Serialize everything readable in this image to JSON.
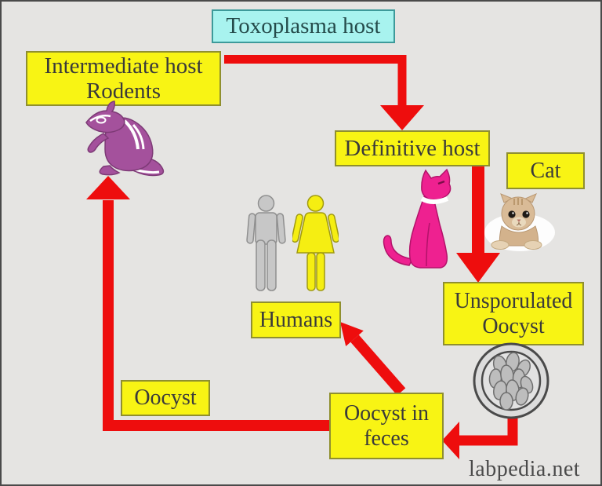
{
  "title": {
    "text": "Toxoplasma host"
  },
  "nodes": {
    "intermediate": {
      "lines": [
        "Intermediate host",
        "Rodents"
      ]
    },
    "definitive": {
      "text": "Definitive host"
    },
    "cat": {
      "text": "Cat"
    },
    "unsporulated": {
      "lines": [
        "Unsporulated",
        "Oocyst"
      ]
    },
    "oocyst_in_feces": {
      "lines": [
        "Oocyst in",
        "feces"
      ]
    },
    "oocyst": {
      "text": "Oocyst"
    },
    "humans": {
      "text": "Humans"
    }
  },
  "watermark": "labpedia.net",
  "colors": {
    "background": "#e5e4e2",
    "frame_border": "#4a4a4a",
    "node_fill": "#f8f414",
    "node_border": "#8f8f2f",
    "title_fill": "#a8f3ef",
    "title_border": "#3d9a9a",
    "arrow_red": "#ee0d0d",
    "text": "#3a3a3a",
    "rodent_purple": "#a4519c",
    "cat_pink": "#ee2190",
    "kitten_tan": "#d9bb97",
    "male_gray": "#c7c7c7",
    "female_yellow": "#f5ee12",
    "oocyst_gray": "#bdbdbd"
  },
  "icons": {
    "rodent": "chipmunk-illustration",
    "pink_cat": "sitting-cat-illustration",
    "kitten": "kitten-photo",
    "oocyst": "oocyst-micrograph",
    "male": "male-figure",
    "female": "female-figure"
  }
}
